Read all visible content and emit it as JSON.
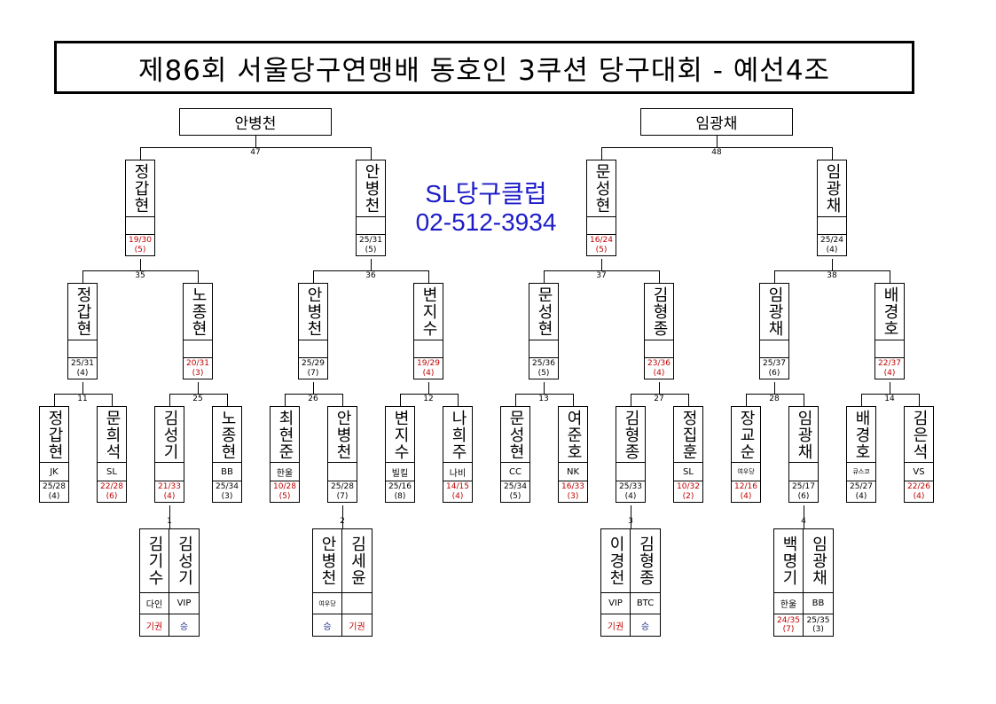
{
  "title": "제86회 서울당구연맹배 동호인 3쿠션 당구대회 - 예선4조",
  "club": {
    "name": "SL당구클럽",
    "phone": "02-512-3934"
  },
  "finals": {
    "left": "안병천",
    "right": "임광채"
  },
  "match_numbers": {
    "m47": "47",
    "m48": "48",
    "m35": "35",
    "m36": "36",
    "m37": "37",
    "m38": "38",
    "m11": "11",
    "m25": "25",
    "m26": "26",
    "m12": "12",
    "m13": "13",
    "m27": "27",
    "m28": "28",
    "m14": "14",
    "m1": "1",
    "m2": "2",
    "m3": "3",
    "m4": "4"
  },
  "round_semis": [
    {
      "name": "정갑현",
      "score": "19/30",
      "inn": "(5)",
      "red": true
    },
    {
      "name": "안병천",
      "score": "25/31",
      "inn": "(5)",
      "red": false
    },
    {
      "name": "문성현",
      "score": "16/24",
      "inn": "(5)",
      "red": true
    },
    {
      "name": "임광채",
      "score": "25/24",
      "inn": "(4)",
      "red": false
    }
  ],
  "round_quarters": [
    {
      "name": "정갑현",
      "score": "25/31",
      "inn": "(4)",
      "red": false
    },
    {
      "name": "노종현",
      "score": "20/31",
      "inn": "(3)",
      "red": true
    },
    {
      "name": "안병천",
      "score": "25/29",
      "inn": "(7)",
      "red": false
    },
    {
      "name": "변지수",
      "score": "19/29",
      "inn": "(4)",
      "red": true
    },
    {
      "name": "문성현",
      "score": "25/36",
      "inn": "(5)",
      "red": false
    },
    {
      "name": "김형종",
      "score": "23/36",
      "inn": "(4)",
      "red": true
    },
    {
      "name": "임광채",
      "score": "25/37",
      "inn": "(6)",
      "red": false
    },
    {
      "name": "배경호",
      "score": "22/37",
      "inn": "(4)",
      "red": true
    }
  ],
  "round_16": [
    {
      "name": "정갑현",
      "club": "JK",
      "score": "25/28",
      "inn": "(4)",
      "red": false
    },
    {
      "name": "문희석",
      "club": "SL",
      "score": "22/28",
      "inn": "(6)",
      "red": true
    },
    {
      "name": "김성기",
      "club": "",
      "score": "21/33",
      "inn": "(4)",
      "red": true
    },
    {
      "name": "노종현",
      "club": "BB",
      "score": "25/34",
      "inn": "(3)",
      "red": false
    },
    {
      "name": "최현준",
      "club": "한울",
      "score": "10/28",
      "inn": "(5)",
      "red": true
    },
    {
      "name": "안병천",
      "club": "",
      "score": "25/28",
      "inn": "(7)",
      "red": false
    },
    {
      "name": "변지수",
      "club": "빌킬",
      "score": "25/16",
      "inn": "(8)",
      "red": false
    },
    {
      "name": "나희주",
      "club": "나비",
      "score": "14/15",
      "inn": "(4)",
      "red": true
    },
    {
      "name": "문성현",
      "club": "CC",
      "score": "25/34",
      "inn": "(5)",
      "red": false
    },
    {
      "name": "여준호",
      "club": "NK",
      "score": "16/33",
      "inn": "(3)",
      "red": true
    },
    {
      "name": "김형종",
      "club": "",
      "score": "25/33",
      "inn": "(4)",
      "red": false
    },
    {
      "name": "정집훈",
      "club": "SL",
      "score": "10/32",
      "inn": "(2)",
      "red": true
    },
    {
      "name": "장교순",
      "club": "여우당",
      "score": "12/16",
      "inn": "(4)",
      "red": true,
      "small": true
    },
    {
      "name": "임광채",
      "club": "",
      "score": "25/17",
      "inn": "(6)",
      "red": false
    },
    {
      "name": "배경호",
      "club": "큐스코",
      "score": "25/27",
      "inn": "(4)",
      "red": false,
      "small": true
    },
    {
      "name": "김은석",
      "club": "VS",
      "score": "22/26",
      "inn": "(4)",
      "red": true
    }
  ],
  "prelim": [
    {
      "a": {
        "name": "김기수",
        "club": "다인",
        "result": "기권",
        "color": "red"
      },
      "b": {
        "name": "김성기",
        "club": "VIP",
        "result": "승",
        "color": "blue"
      }
    },
    {
      "a": {
        "name": "안병천",
        "club": "여우당",
        "result": "승",
        "color": "blue",
        "small": true
      },
      "b": {
        "name": "김세윤",
        "club": "",
        "result": "기권",
        "color": "red"
      }
    },
    {
      "a": {
        "name": "이경천",
        "club": "VIP",
        "result": "기권",
        "color": "red"
      },
      "b": {
        "name": "김형종",
        "club": "BTC",
        "result": "승",
        "color": "blue"
      }
    },
    {
      "a": {
        "name": "백명기",
        "club": "한울",
        "score": "24/35",
        "inn": "(7)",
        "color": "red"
      },
      "b": {
        "name": "임광채",
        "club": "BB",
        "score": "25/35",
        "inn": "(3)",
        "color": "black"
      }
    }
  ]
}
